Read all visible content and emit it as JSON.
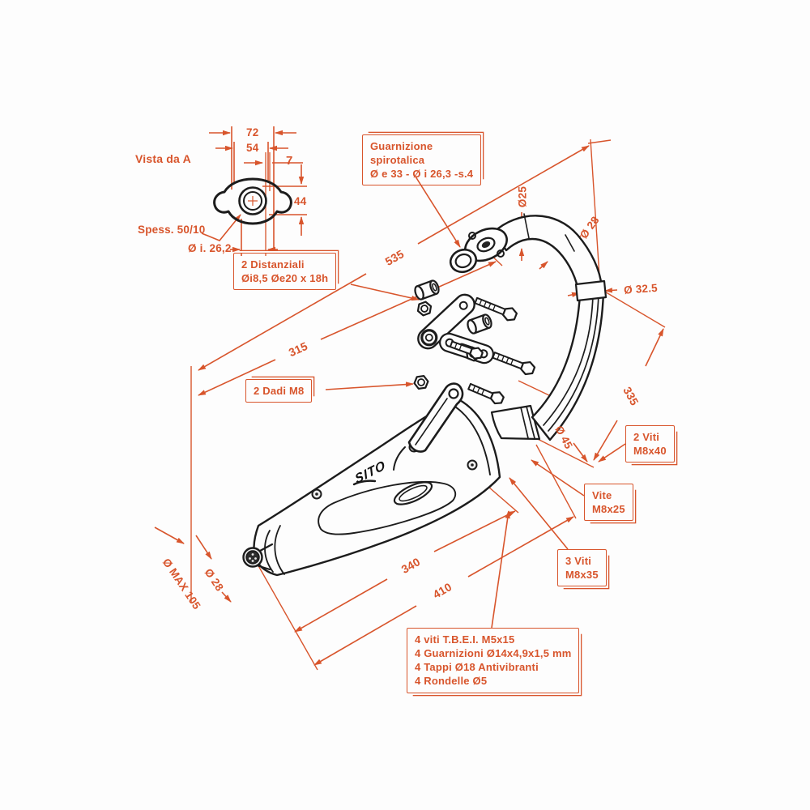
{
  "colors": {
    "accent": "#d8552c",
    "line": "#1c1c1c",
    "background": "#fdfdfd"
  },
  "drawing": {
    "view_label": "Vista da A",
    "brand_logo": "SITO"
  },
  "dimensions": {
    "flange_view": {
      "outer_width": "72",
      "inner_width": "54",
      "stud_offset": "7",
      "height": "44",
      "thickness_note": "Spess. 50/10",
      "inner_diameter": "Ø i. 26,2"
    },
    "lengths": {
      "pipe_total": "535",
      "body_to_mount": "315",
      "body_length": "340",
      "overall_length": "410",
      "header_drop": "335"
    },
    "diameters": {
      "pipe_top": "Ø25",
      "pipe_bend": "Ø 28",
      "flare": "Ø 32.5",
      "joint": "Ø 45",
      "body_max": "Ø MAX 105",
      "exit_tip": "Ø 28"
    }
  },
  "callouts": {
    "guarnizione": {
      "lines": [
        "Guarnizione",
        "spirotalica",
        "Ø e 33 - Ø i 26,3 -s.4"
      ]
    },
    "distanziali": {
      "lines": [
        "2 Distanziali",
        "Øi8,5  Øe20 x 18h"
      ]
    },
    "dadi": {
      "lines": [
        "2 Dadi M8"
      ]
    },
    "viti_m8x40": {
      "lines": [
        "2 Viti",
        "M8x40"
      ]
    },
    "vite_m8x25": {
      "lines": [
        "Vite",
        "M8x25"
      ]
    },
    "viti_m8x35": {
      "lines": [
        "3 Viti",
        "M8x35"
      ]
    },
    "kit": {
      "lines": [
        "4 viti T.B.E.I. M5x15",
        "4 Guarnizioni Ø14x4,9x1,5 mm",
        "4 Tappi Ø18 Antivibranti",
        "4 Rondelle Ø5"
      ]
    }
  }
}
